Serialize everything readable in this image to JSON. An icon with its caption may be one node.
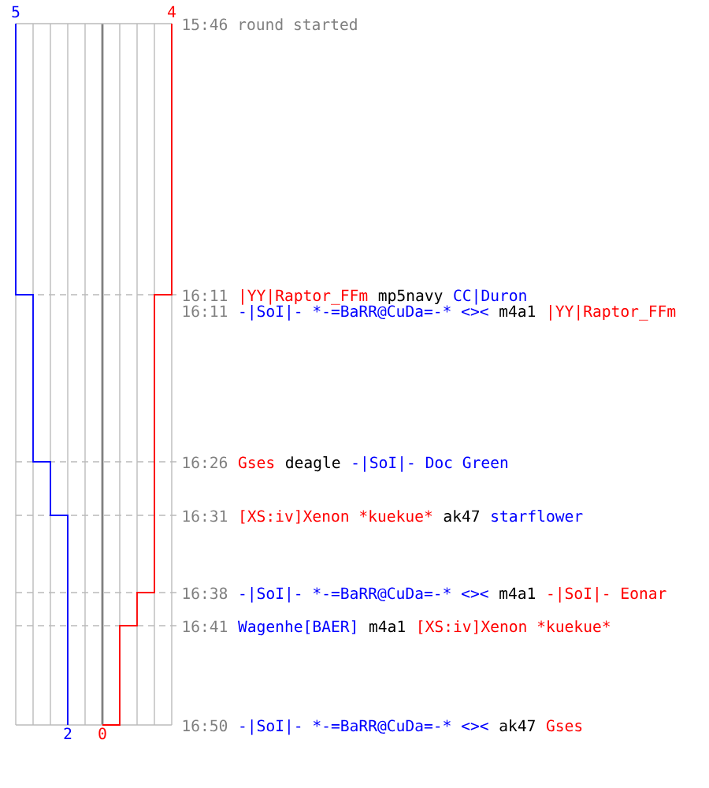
{
  "diagram": {
    "labels": [
      "5",
      "4",
      "15:46 round started",
      "16:11",
      "|YY|Raptor_FFm",
      "mp5navy",
      "CC|Duron",
      "16:11",
      "-|SoI|- *-=BaRR@CuDa=-* <><",
      "m4a1",
      "|YY|Raptor_FFm",
      "16:26",
      "Gses",
      "deagle",
      "-|SoI|- Doc Green",
      "16:31",
      "[XS:iv]Xenon *kuekue*",
      "ak47",
      "starflower",
      "16:38",
      "-|SoI|- *-=BaRR@CuDa=-* <><",
      "m4a1",
      "-|SoI|- Eonar",
      "16:41",
      "Wagenhe[BAER]",
      "m4a1",
      "[XS:iv]Xenon *kuekue*",
      "16:50",
      "-|SoI|- *-=BaRR@CuDa=-* <><",
      "ak47",
      "Gses",
      "2",
      "0"
    ]
  }
}
